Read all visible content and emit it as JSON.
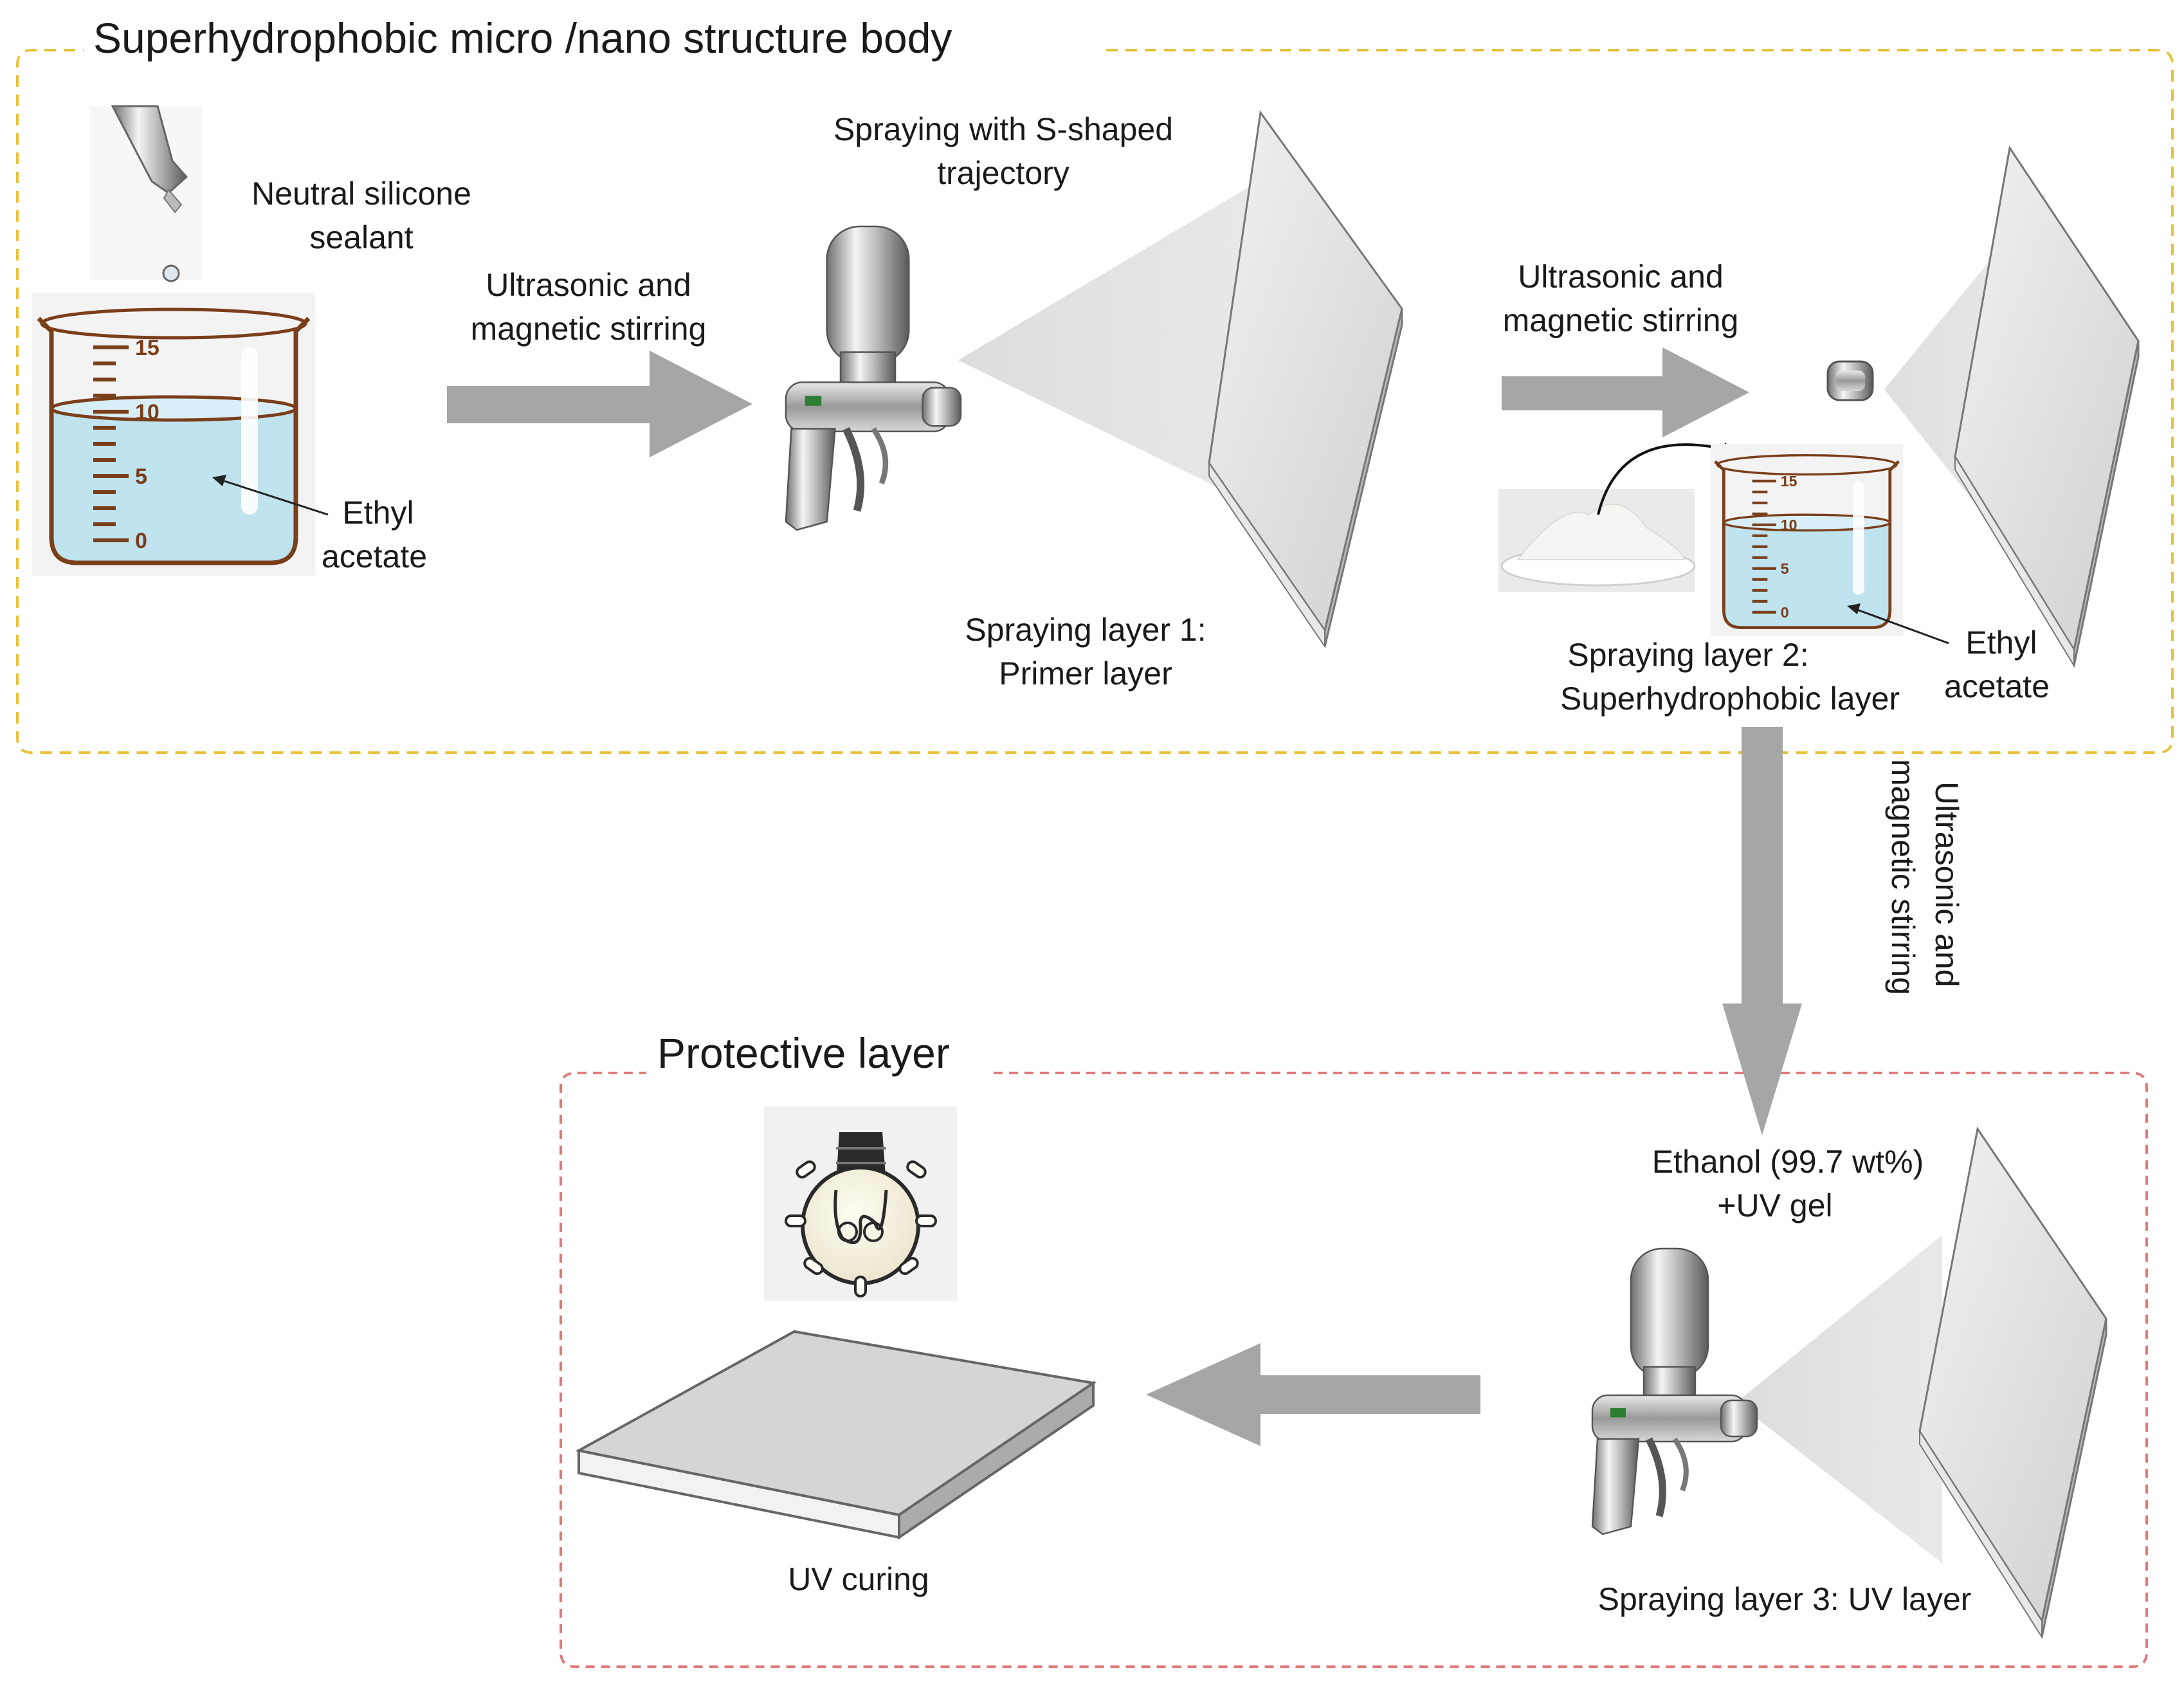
{
  "sections": {
    "top_title": "Superhydrophobic micro /nano structure body",
    "bottom_title": "Protective layer"
  },
  "labels": {
    "silicone_l1": "Neutral silicone",
    "silicone_l2": "sealant",
    "ethyl1_l1": "Ethyl",
    "ethyl1_l2": "acetate",
    "stir1_l1": "Ultrasonic and",
    "stir1_l2": "magnetic stirring",
    "spray_traj_l1": "Spraying with S-shaped",
    "spray_traj_l2": "trajectory",
    "layer1_l1": "Spraying layer 1:",
    "layer1_l2": "Primer layer",
    "stir2_l1": "Ultrasonic and",
    "stir2_l2": "magnetic stirring",
    "layer2_l1": "Spraying layer 2:",
    "layer2_l2": "Superhydrophobic layer",
    "ethyl2_l1": "Ethyl",
    "ethyl2_l2": "acetate",
    "stir3_l1": "Ultrasonic and",
    "stir3_l2": "magnetic stirring",
    "ethanol_l1": "Ethanol (99.7 wt%)",
    "ethanol_l2": "+UV gel",
    "layer3": "Spraying layer 3: UV layer",
    "uv_curing": "UV curing"
  },
  "beaker_ticks": [
    "15",
    "10",
    "5",
    "0"
  ],
  "colors": {
    "top_border": "#e8c23a",
    "bottom_border": "#e07a7a",
    "arrow": "#a6a6a6",
    "liquid": "#bfe3ef",
    "beaker_outline": "#7a3e1a"
  }
}
